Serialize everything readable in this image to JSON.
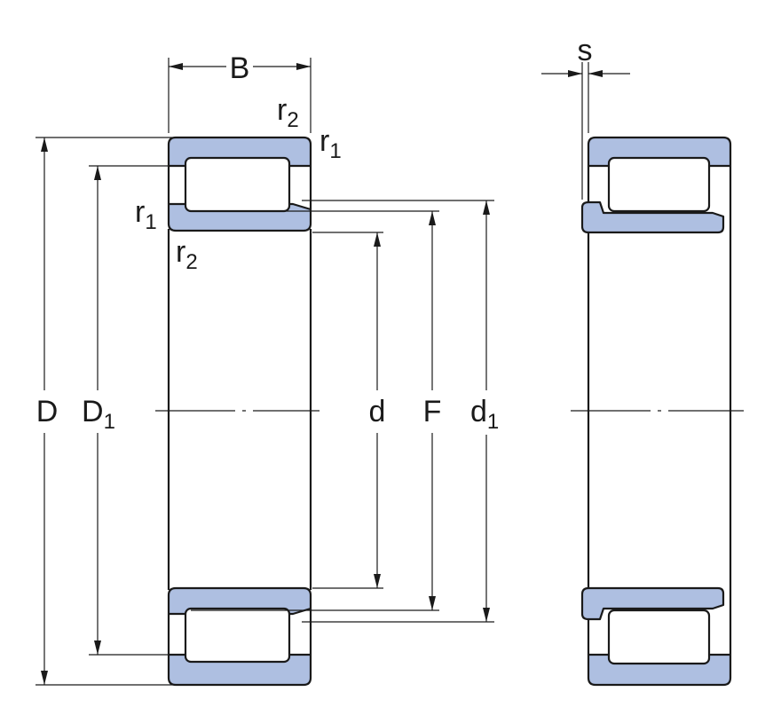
{
  "diagram": {
    "labels": {
      "B": "B",
      "s": "s",
      "D": "D",
      "D1_main": "D",
      "D1_sub": "1",
      "d": "d",
      "F": "F",
      "d1_main": "d",
      "d1_sub": "1",
      "r1": "r",
      "r1_sub": "1",
      "r2": "r",
      "r2_sub": "2"
    },
    "colors": {
      "ring_fill": "#aebfe1",
      "outline": "#1a1a1a",
      "background": "#ffffff"
    }
  }
}
